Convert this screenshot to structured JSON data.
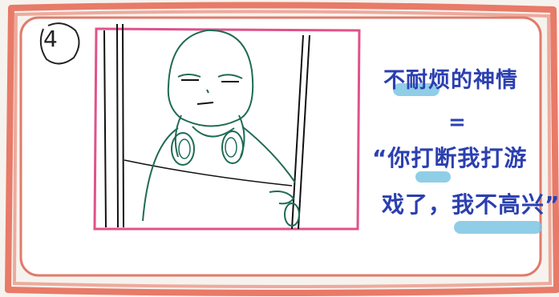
{
  "panel": {
    "number": "4",
    "caption_lines": [
      "不耐烦的神情",
      "=",
      "“你打断我打游",
      "戏了，我不高兴”"
    ]
  },
  "colors": {
    "frame_outer": "#e87a68",
    "frame_inner": "#e07b6a",
    "screen_border": "#e0528a",
    "figure_line": "#1f6b55",
    "text": "#2b3fb0",
    "highlight": "#7cc6e3"
  },
  "icons": [
    "panel-number-circle",
    "headphones-icon",
    "door-frame",
    "bald-character"
  ]
}
